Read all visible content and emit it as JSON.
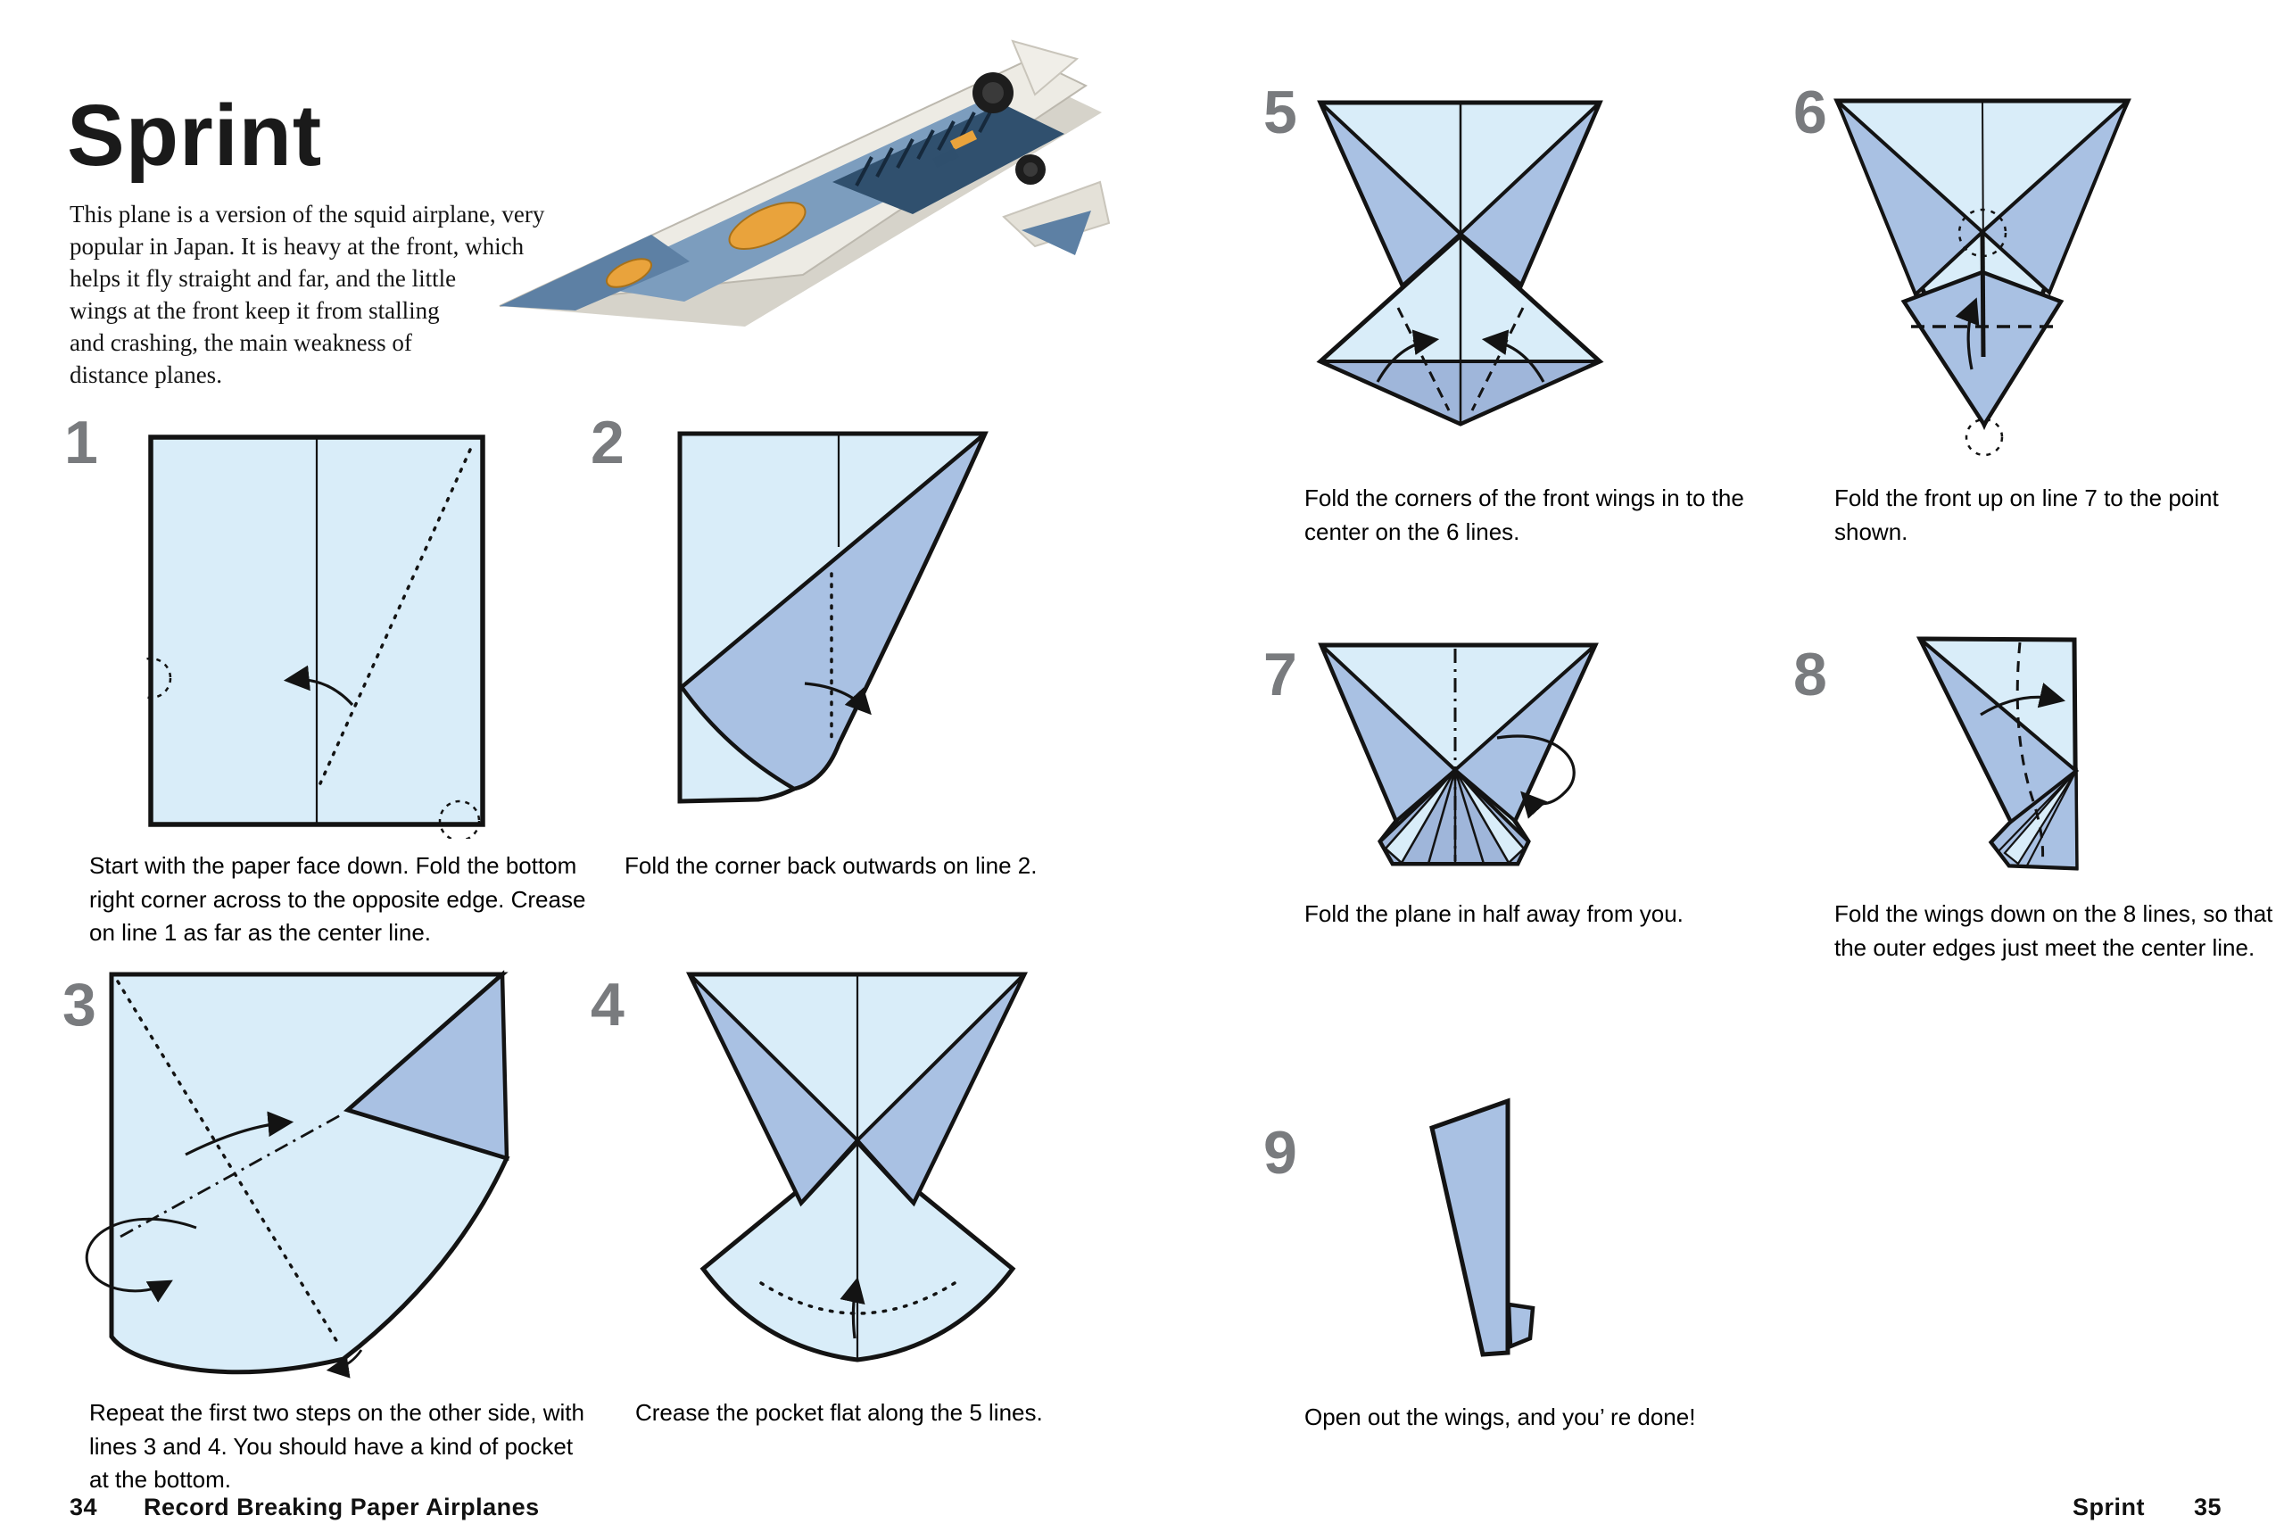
{
  "page": {
    "title": "Sprint",
    "intro_lines": [
      "This plane is a version of the squid airplane, very",
      "popular in Japan. It is heavy at the front, which",
      "helps it fly straight and far, and the little",
      "wings at the front keep it from stalling",
      "and crashing, the main weakness of",
      "distance planes."
    ],
    "footer_left": {
      "page_number": "34",
      "book_title": "Record Breaking Paper Airplanes"
    },
    "footer_right": {
      "section_title": "Sprint",
      "page_number": "35"
    }
  },
  "photo": {
    "description": "Decorated Sprint paper airplane with blue, gray and orange design"
  },
  "steps": [
    {
      "number": "1",
      "caption_lines": [
        "Start with the paper face down. Fold the bottom",
        "right corner across to the opposite edge. Crease",
        "on line 1 as far as the center line."
      ]
    },
    {
      "number": "2",
      "caption_lines": [
        "Fold the corner back outwards on line 2."
      ]
    },
    {
      "number": "3",
      "caption_lines": [
        "Repeat the first two steps on the other side, with",
        "lines 3 and 4. You should have a kind of pocket",
        "at the bottom."
      ]
    },
    {
      "number": "4",
      "caption_lines": [
        "Crease the pocket flat along the 5 lines."
      ]
    },
    {
      "number": "5",
      "caption_lines": [
        "Fold the corners of the front wings in to the",
        "center on the 6 lines."
      ]
    },
    {
      "number": "6",
      "caption_lines": [
        "Fold the front up on line 7 to the point shown."
      ]
    },
    {
      "number": "7",
      "caption_lines": [
        "Fold the plane in half away from you."
      ]
    },
    {
      "number": "8",
      "caption_lines": [
        "Fold the wings down on the 8 lines, so that",
        "the outer edges just meet the center line."
      ]
    },
    {
      "number": "9",
      "caption_lines": [
        "Open out the wings, and you’ re done!"
      ]
    }
  ],
  "colors": {
    "paper_front": "#d9edf9",
    "paper_back": "#a9c1e3",
    "paper_back_dark": "#9fb6da",
    "outline": "#131313",
    "step_number": "#797b7e",
    "accent_orange": "#e9a33c"
  }
}
